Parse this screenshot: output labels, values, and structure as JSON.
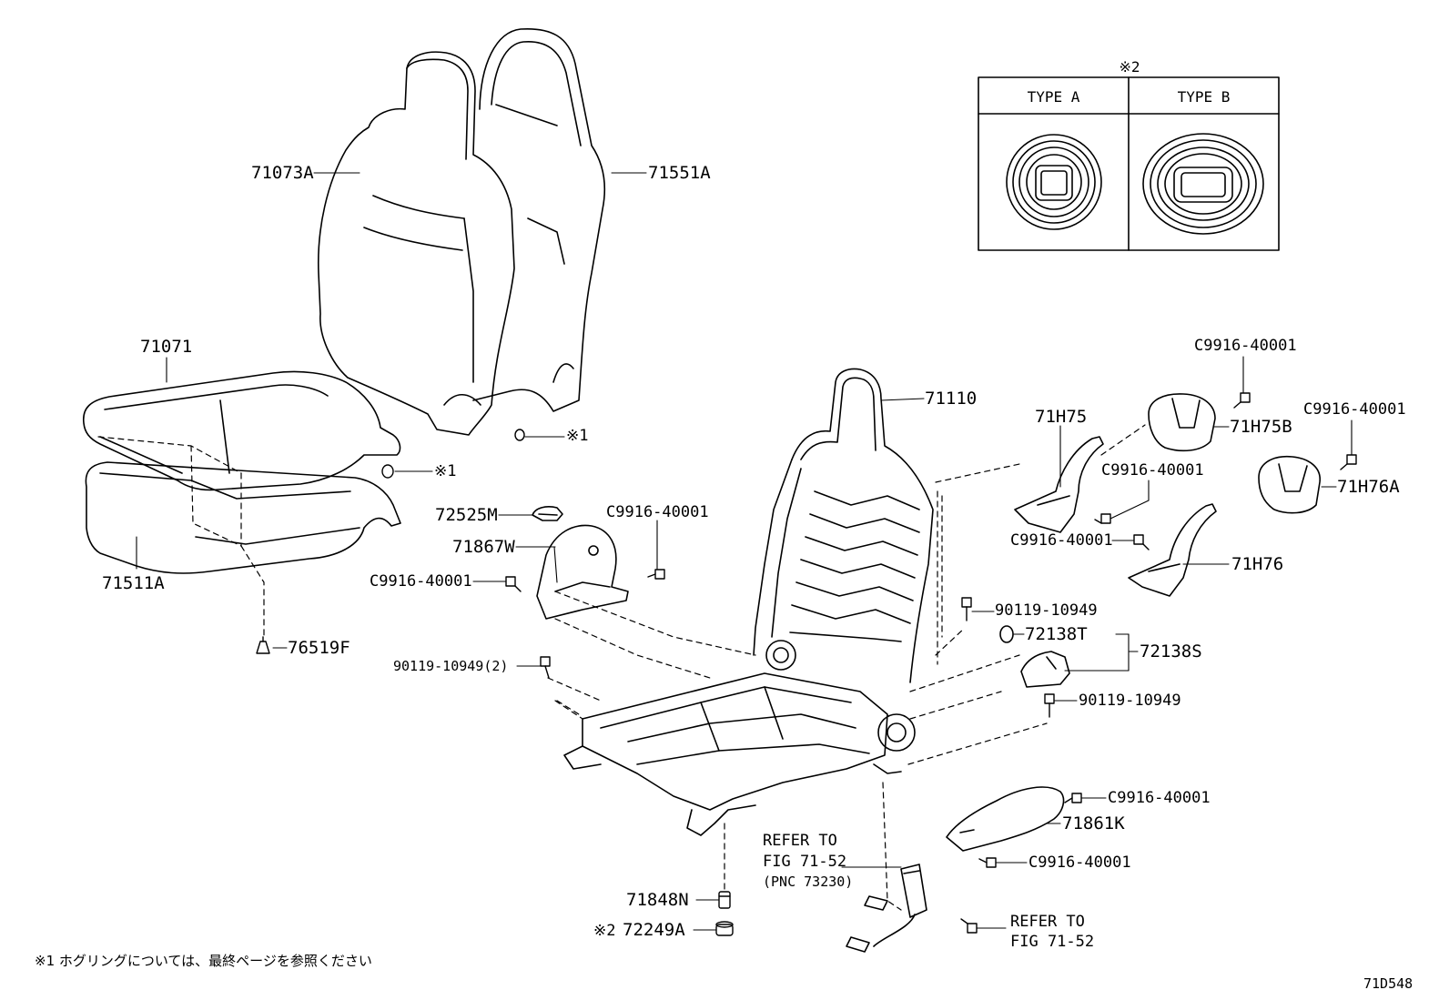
{
  "diagram_id": "71D548",
  "footnote": "※1  ホグリングについては、最終ページを参照ください",
  "inset": {
    "mark": "※2",
    "type_a": "TYPE  A",
    "type_b": "TYPE  B"
  },
  "callouts": {
    "p71073A": "71073A",
    "p71551A": "71551A",
    "p71071": "71071",
    "p71511A": "71511A",
    "p76519F": "76519F",
    "mark1_seat": "※1",
    "mark1_back": "※1",
    "p71110": "71110",
    "p72525M": "72525M",
    "p71867W": "71867W",
    "c_71867W_upper": "C9916-40001",
    "c_71867W_left": "C9916-40001",
    "b_90119_2": "90119-10949(2)",
    "p71H75": "71H75",
    "c_71H75B_top": "C9916-40001",
    "p71H75B": "71H75B",
    "c_71H76A_top": "C9916-40001",
    "p71H76A": "71H76A",
    "c_71H75_mid": "C9916-40001",
    "c_71H76_left": "C9916-40001",
    "p71H76": "71H76",
    "b_90119_a": "90119-10949",
    "p72138T": "72138T",
    "p72138S": "72138S",
    "b_90119_b": "90119-10949",
    "c_71861K_top": "C9916-40001",
    "p71861K": "71861K",
    "c_71861K_bottom": "C9916-40001",
    "refer_a_1": "REFER TO",
    "refer_a_2": "FIG 71-52",
    "refer_a_3": "(PNC 73230)",
    "refer_b_1": "REFER TO",
    "refer_b_2": "FIG 71-52",
    "p71848N": "71848N",
    "mark2": "※2",
    "p72249A": "72249A"
  }
}
